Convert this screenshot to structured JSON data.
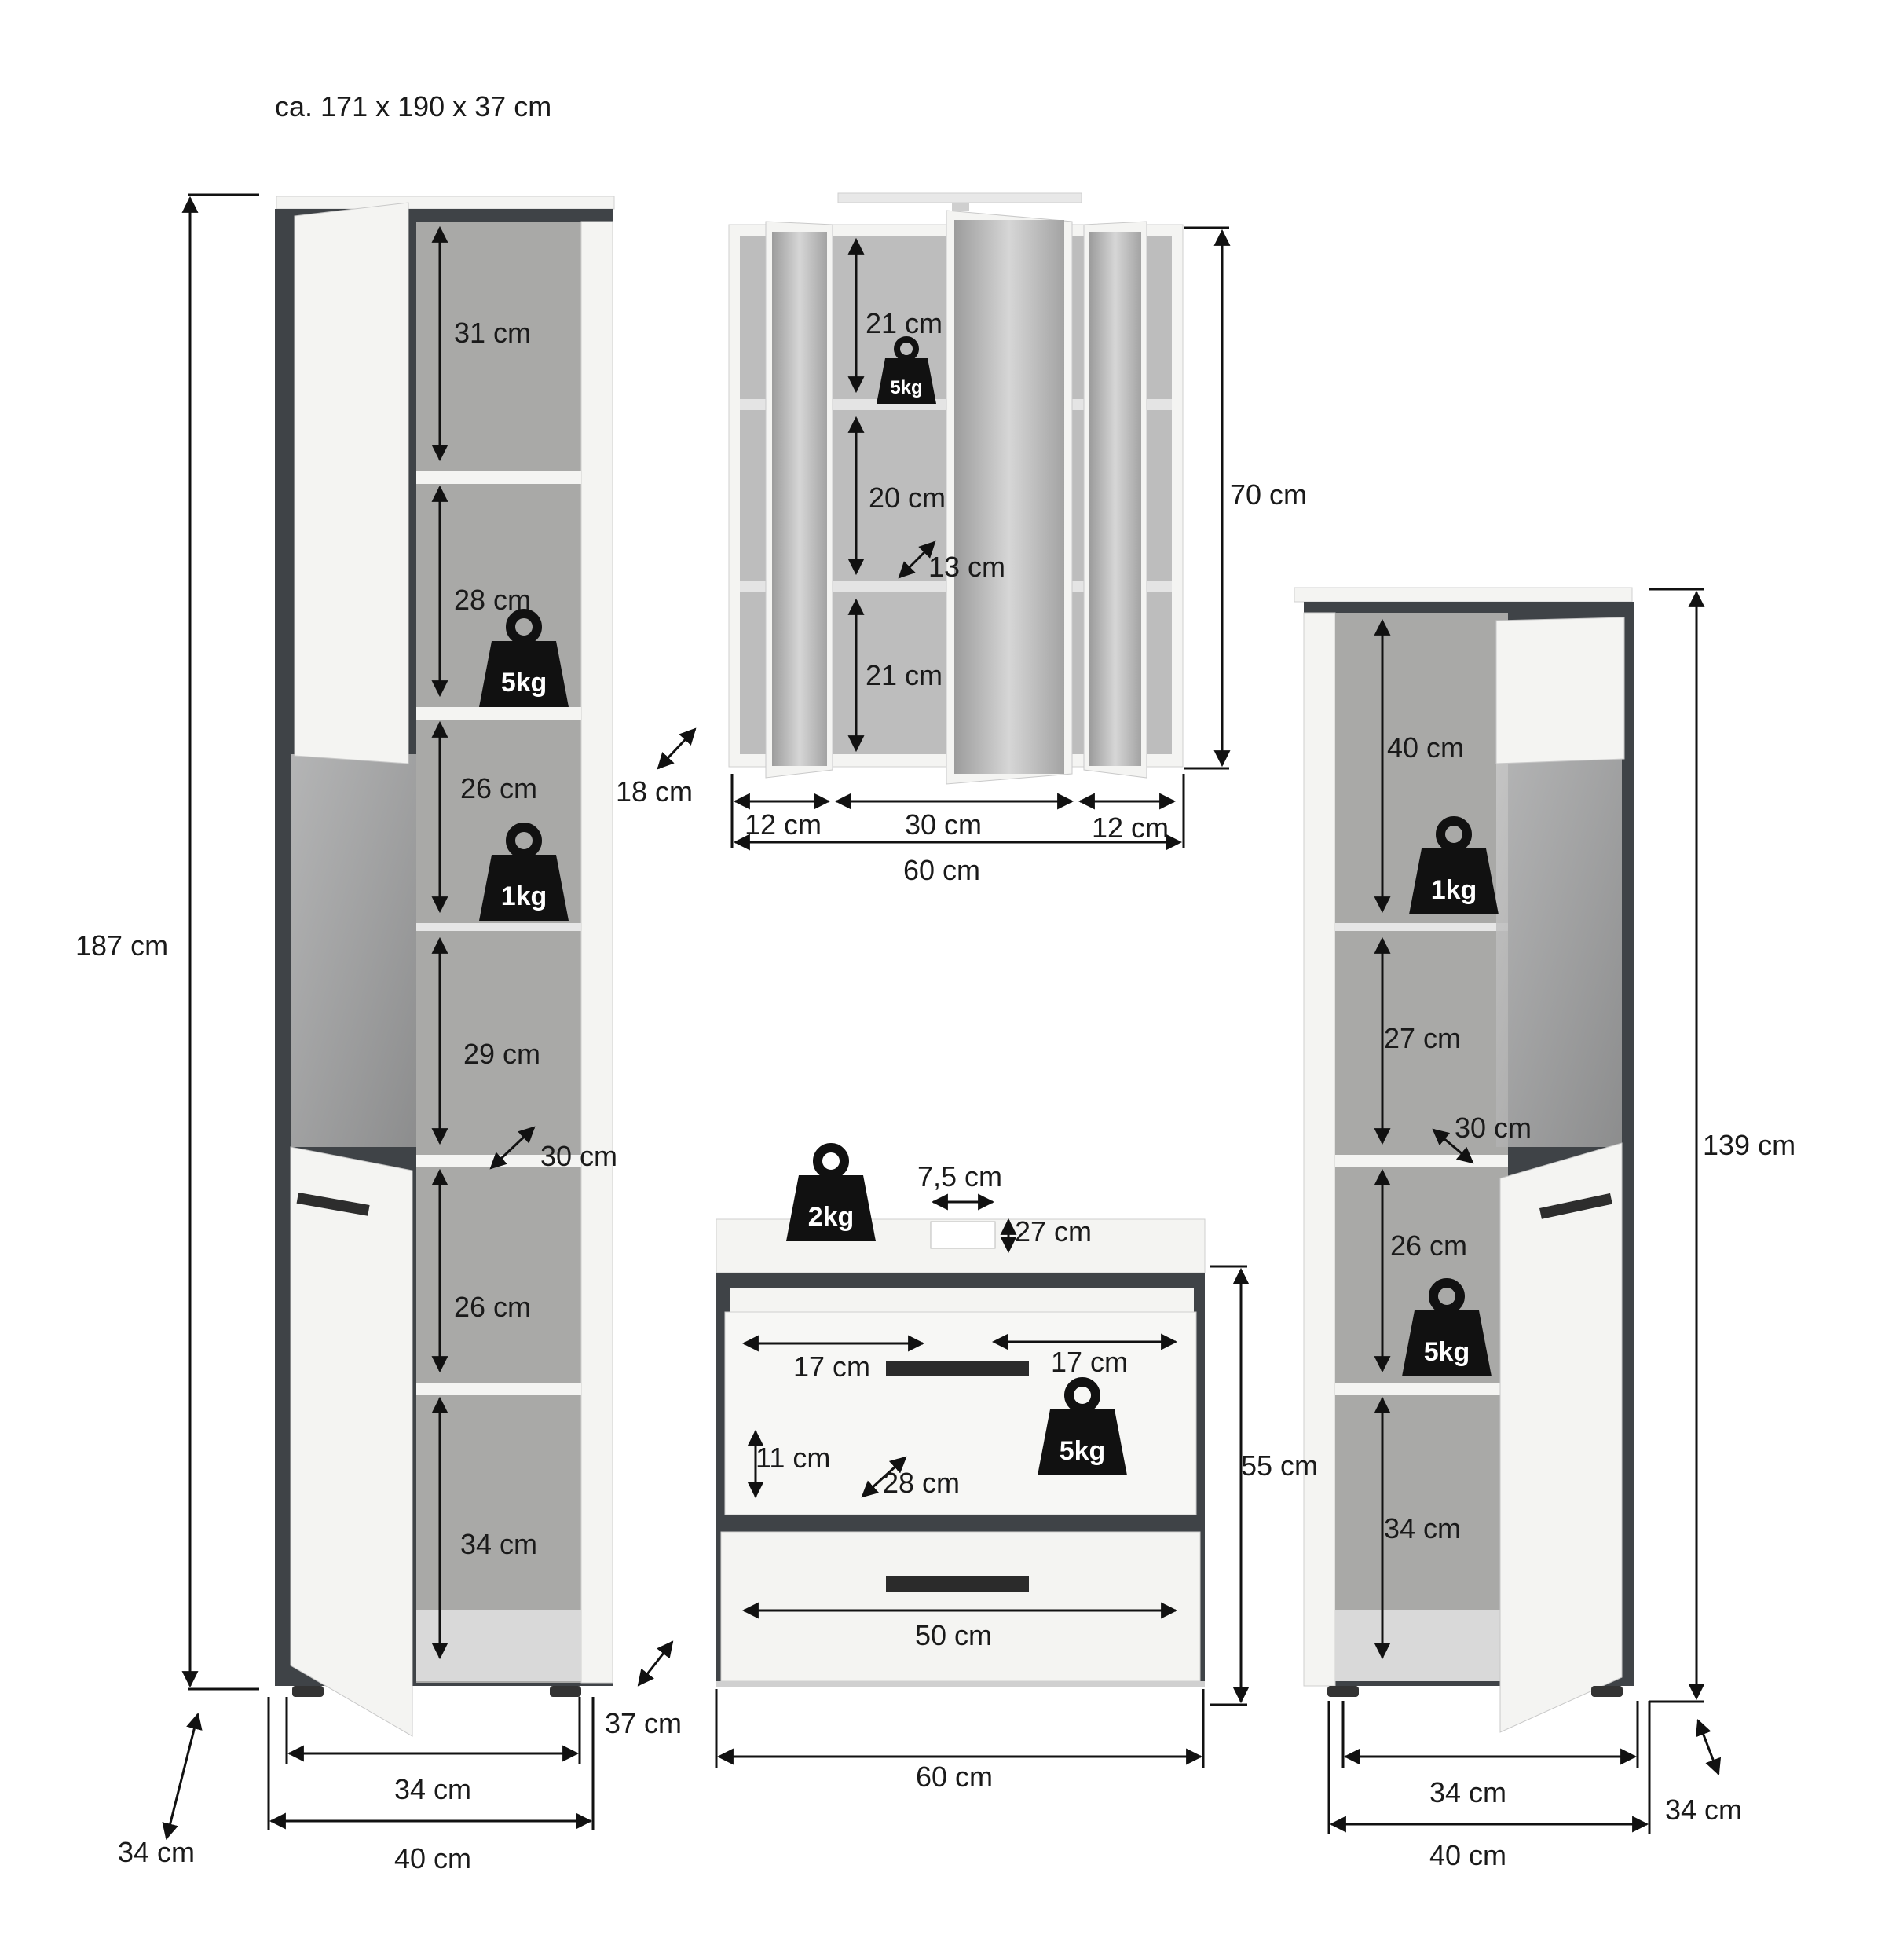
{
  "overall_size": "ca. 171 x 190 x 37 cm",
  "tall_cabinet": {
    "height": "187 cm",
    "depth": "34 cm",
    "inner_width": "34 cm",
    "outer_width": "40 cm",
    "shelf_depth": "30 cm",
    "diag_depth": "37 cm",
    "compartments": [
      "31 cm",
      "28 cm",
      "26 cm",
      "29 cm",
      "26 cm",
      "34 cm"
    ],
    "weights": [
      "5kg",
      "1kg"
    ]
  },
  "mirror_cabinet": {
    "height": "70 cm",
    "depth": "18 cm",
    "width": "60 cm",
    "side_width_left": "12 cm",
    "center_width": "30 cm",
    "side_width_right": "12 cm",
    "compartments": [
      "21 cm",
      "20 cm",
      "21 cm"
    ],
    "shelf_depth": "13 cm",
    "weight": "5kg"
  },
  "vanity": {
    "weight_top": "2kg",
    "hole_width": "7,5 cm",
    "hole_depth": "27 cm",
    "left_width": "17 cm",
    "right_width": "17 cm",
    "inner_height": "11 cm",
    "inner_depth": "28 cm",
    "drawer_width": "50 cm",
    "width": "60 cm",
    "height": "55 cm",
    "weight_drawer": "5kg"
  },
  "mid_cabinet": {
    "height": "139 cm",
    "depth": "34 cm",
    "inner_width": "34 cm",
    "outer_width": "40 cm",
    "shelf_depth": "30 cm",
    "compartments": [
      "40 cm",
      "27 cm",
      "26 cm",
      "34 cm"
    ],
    "weights": [
      "1kg",
      "5kg"
    ]
  },
  "colors": {
    "frame_dark": "#3f4347",
    "panel_white": "#f4f4f2",
    "interior_gray": "#a9a9a7",
    "mirror_gray": "#b9b9b9",
    "line": "#111111"
  }
}
